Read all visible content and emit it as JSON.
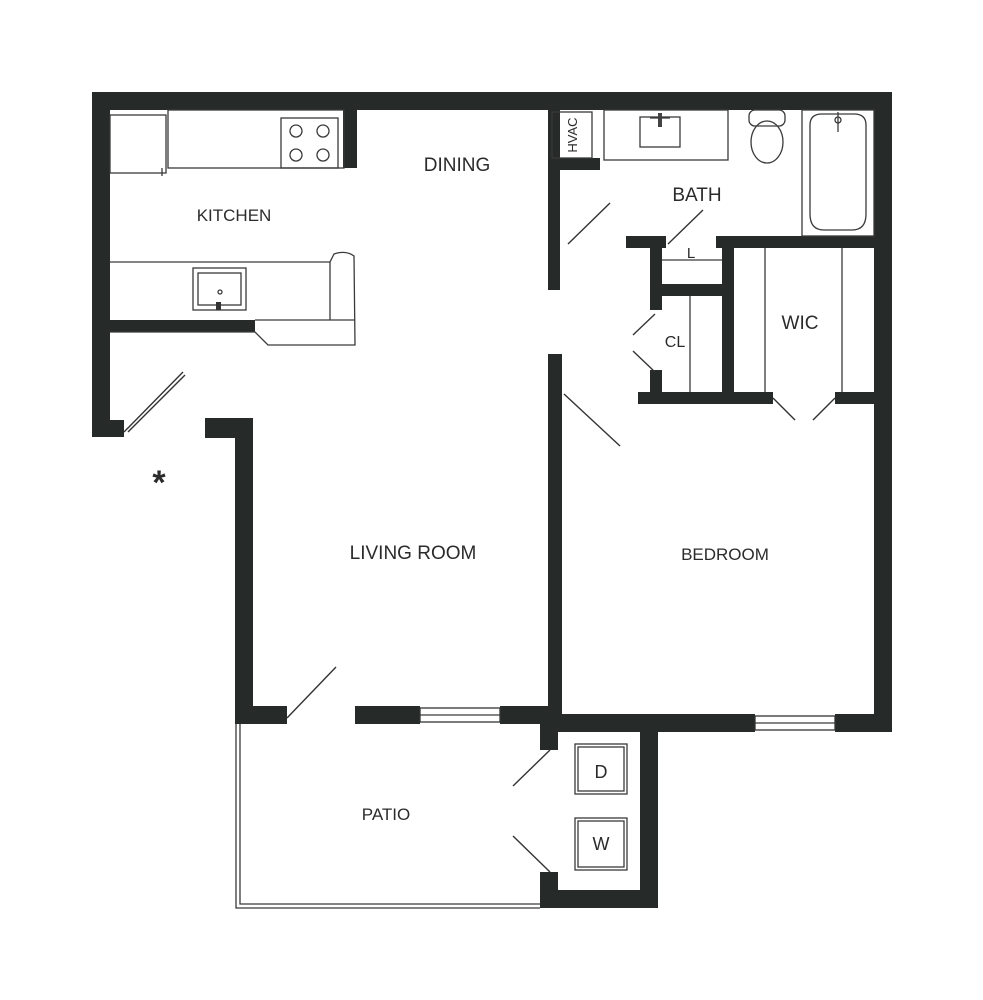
{
  "rooms": {
    "kitchen": "KITCHEN",
    "dining": "DINING",
    "bath": "BATH",
    "hvac": "HVAC",
    "linen": "L",
    "closet": "CL",
    "wic": "WIC",
    "living_room": "LIVING ROOM",
    "bedroom": "BEDROOM",
    "patio": "PATIO",
    "dryer": "D",
    "washer": "W"
  },
  "marker": "*",
  "colors": {
    "wall": "#262b2a",
    "background": "#ffffff",
    "line": "#3a3a3a"
  }
}
